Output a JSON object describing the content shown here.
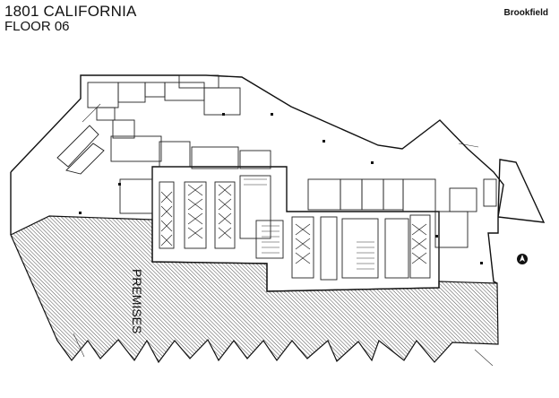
{
  "header": {
    "building": "1801 CALIFORNIA",
    "floor": "FLOOR 06",
    "brand": "Brookfield"
  },
  "plan": {
    "premises_label": "PREMISES"
  }
}
